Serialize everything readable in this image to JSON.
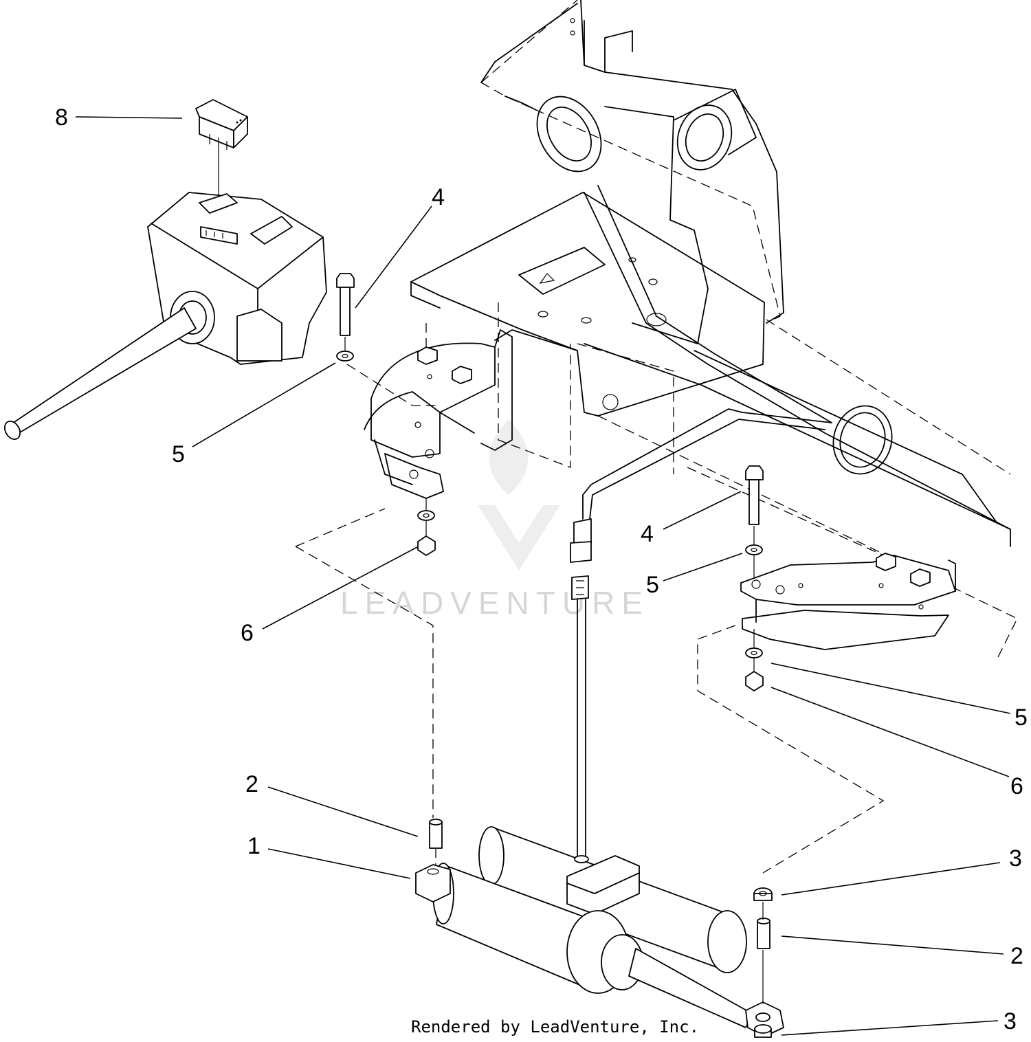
{
  "callouts": {
    "c8": "8",
    "c4_left": "4",
    "c5_left": "5",
    "c4_right": "4",
    "c5_right": "5",
    "c6_left": "6",
    "c5_far_right": "5",
    "c6_far_right": "6",
    "c2_left": "2",
    "c1": "1",
    "c3_upper": "3",
    "c2_right": "2",
    "c3_lower": "3"
  },
  "watermark": {
    "text": "LEADVENTURE"
  },
  "footer": {
    "credit": "Rendered by LeadVenture, Inc."
  }
}
